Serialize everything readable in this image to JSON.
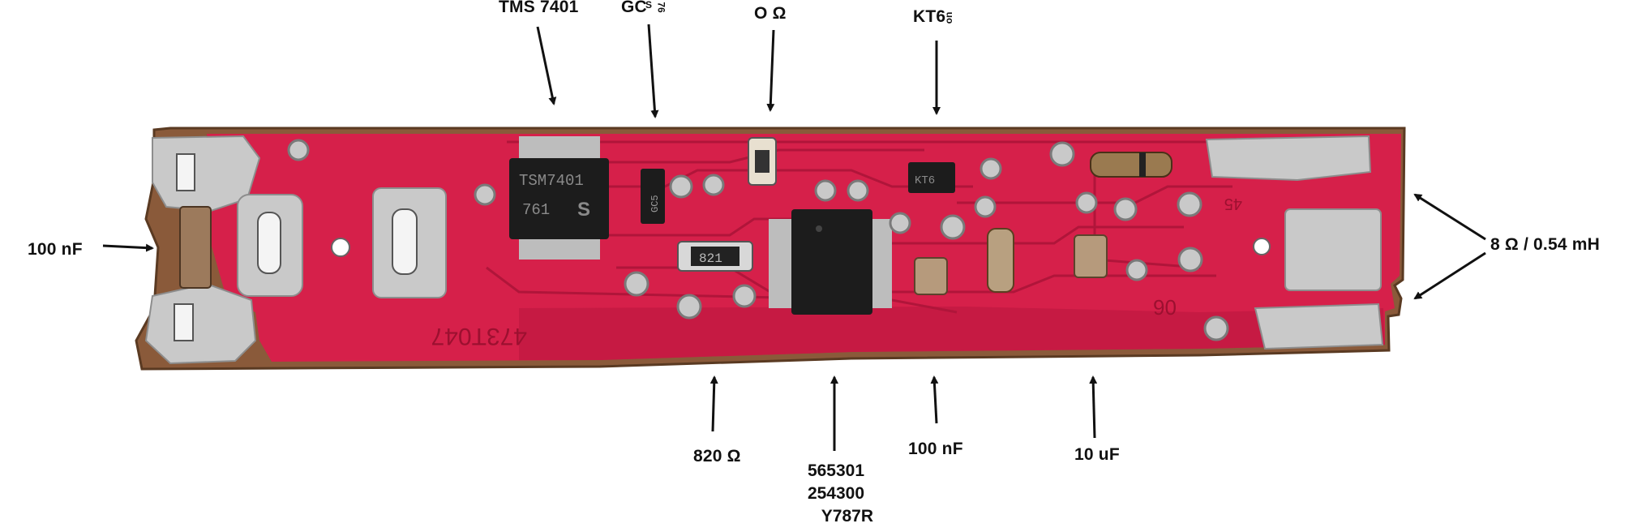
{
  "colors": {
    "pcb": "#d6204a",
    "pcb_dark": "#b8163a",
    "pcb_edge": "#8a5a3a",
    "solder": "#c9c9c9",
    "chip": "#1c1c1c",
    "arrow": "#111111",
    "background": "#ffffff"
  },
  "labels": {
    "top_tms": "TMS 7401",
    "top_gc": "GC",
    "top_gc_sup1": "S",
    "top_gc_sup2": "76",
    "top_ohm": "O Ω",
    "top_kt6": "KT6",
    "top_kt6_sup": "uo",
    "left_cap": "100 nF",
    "right_coil": "8 Ω / 0.54 mH",
    "bottom_resistor": "820 Ω",
    "bottom_chip_lines": [
      "565301",
      "254300",
      "Y787R"
    ],
    "bottom_cap": "100 nF",
    "bottom_elec": "10 uF"
  },
  "board_markings": {
    "chip1_line1": "TSM7401",
    "chip1_line2": "761",
    "chip1_logo": "S",
    "smd_resistor": "821",
    "sot_marking": "GC5",
    "kt_marking": "KT6",
    "silk_number": "473T047",
    "silk_90": "90",
    "silk_45": "45"
  }
}
